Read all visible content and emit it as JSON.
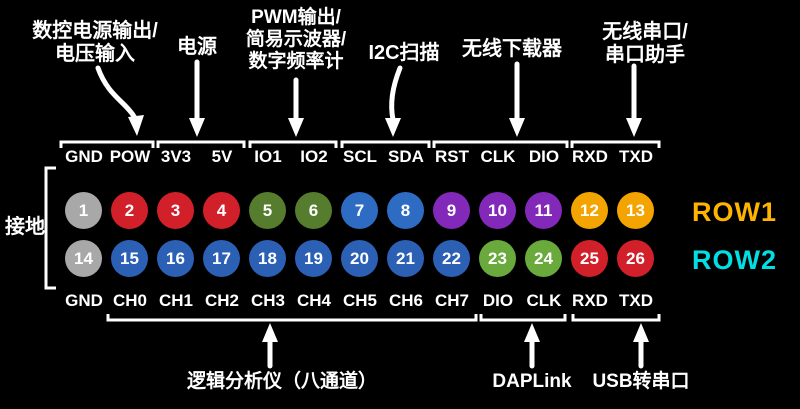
{
  "palette": {
    "background": "#000000",
    "text": "#ffffff",
    "gray": "#a8a8a8",
    "red": "#d2202a",
    "olive_green": "#567d2e",
    "bright_green": "#6aa93c",
    "blue": "#2e6cc4",
    "deep_blue": "#2b60b5",
    "purple": "#8329b9",
    "amber": "#f4a400",
    "row1_label": "#ffb400",
    "row2_label": "#00dfe4"
  },
  "annotations": {
    "top": [
      {
        "lines": [
          "数控电源输出/",
          "电压输入"
        ]
      },
      {
        "lines": [
          "电源"
        ]
      },
      {
        "lines": [
          "PWM输出/",
          "简易示波器/",
          "数字频率计"
        ]
      },
      {
        "lines": [
          "I2C扫描"
        ]
      },
      {
        "lines": [
          "无线下载器"
        ]
      },
      {
        "lines": [
          "无线串口/",
          "串口助手"
        ]
      }
    ],
    "left": {
      "lines": [
        "接地"
      ]
    },
    "bottom": [
      {
        "lines": [
          "逻辑分析仪（八通道）"
        ]
      },
      {
        "lines": [
          "DAPLink"
        ]
      },
      {
        "lines": [
          "USB转串口"
        ]
      }
    ]
  },
  "top_labels": [
    "GND",
    "POW",
    "3V3",
    "5V",
    "IO1",
    "IO2",
    "SCL",
    "SDA",
    "RST",
    "CLK",
    "DIO",
    "RXD",
    "TXD"
  ],
  "bottom_labels": [
    "GND",
    "CH0",
    "CH1",
    "CH2",
    "CH3",
    "CH4",
    "CH5",
    "CH6",
    "CH7",
    "DIO",
    "CLK",
    "RXD",
    "TXD"
  ],
  "rows": [
    {
      "label": "ROW1",
      "label_color": "#ffb400",
      "pins": [
        {
          "num": "1",
          "color": "gray"
        },
        {
          "num": "2",
          "color": "red"
        },
        {
          "num": "3",
          "color": "red"
        },
        {
          "num": "4",
          "color": "red"
        },
        {
          "num": "5",
          "color": "olive_green"
        },
        {
          "num": "6",
          "color": "olive_green"
        },
        {
          "num": "7",
          "color": "blue"
        },
        {
          "num": "8",
          "color": "blue"
        },
        {
          "num": "9",
          "color": "purple"
        },
        {
          "num": "10",
          "color": "purple"
        },
        {
          "num": "11",
          "color": "purple"
        },
        {
          "num": "12",
          "color": "amber"
        },
        {
          "num": "13",
          "color": "amber"
        }
      ]
    },
    {
      "label": "ROW2",
      "label_color": "#00dfe4",
      "pins": [
        {
          "num": "14",
          "color": "gray"
        },
        {
          "num": "15",
          "color": "deep_blue"
        },
        {
          "num": "16",
          "color": "deep_blue"
        },
        {
          "num": "17",
          "color": "deep_blue"
        },
        {
          "num": "18",
          "color": "deep_blue"
        },
        {
          "num": "19",
          "color": "deep_blue"
        },
        {
          "num": "20",
          "color": "deep_blue"
        },
        {
          "num": "21",
          "color": "deep_blue"
        },
        {
          "num": "22",
          "color": "deep_blue"
        },
        {
          "num": "23",
          "color": "bright_green"
        },
        {
          "num": "24",
          "color": "bright_green"
        },
        {
          "num": "25",
          "color": "red"
        },
        {
          "num": "26",
          "color": "red"
        }
      ]
    }
  ]
}
